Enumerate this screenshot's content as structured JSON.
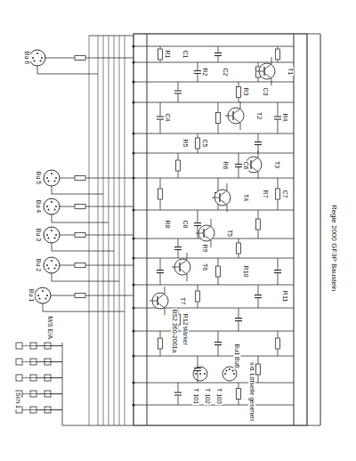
{
  "diagram": {
    "caption": "Regie 2000 GF3P Baustein",
    "labels": [
      "Bu 6",
      "Bu 5",
      "Bu 4",
      "Bu 3",
      "Bu 2",
      "Bu 1",
      "M/S E/A",
      "Sch 1",
      "Verstärker",
      "BS2 360-2001a",
      "T 101",
      "T 102",
      "T 103",
      "Bu1 Bu6",
      "v.d. Lötseite gesehen",
      "T1",
      "T2",
      "T3",
      "T4",
      "T5",
      "T6",
      "T7",
      "R1",
      "R2",
      "R3",
      "R4",
      "R5",
      "R6",
      "R7",
      "R8",
      "R9",
      "R10",
      "R11",
      "R12",
      "C1",
      "C2",
      "C3",
      "C4",
      "C5",
      "C6",
      "C7",
      "C8"
    ]
  }
}
